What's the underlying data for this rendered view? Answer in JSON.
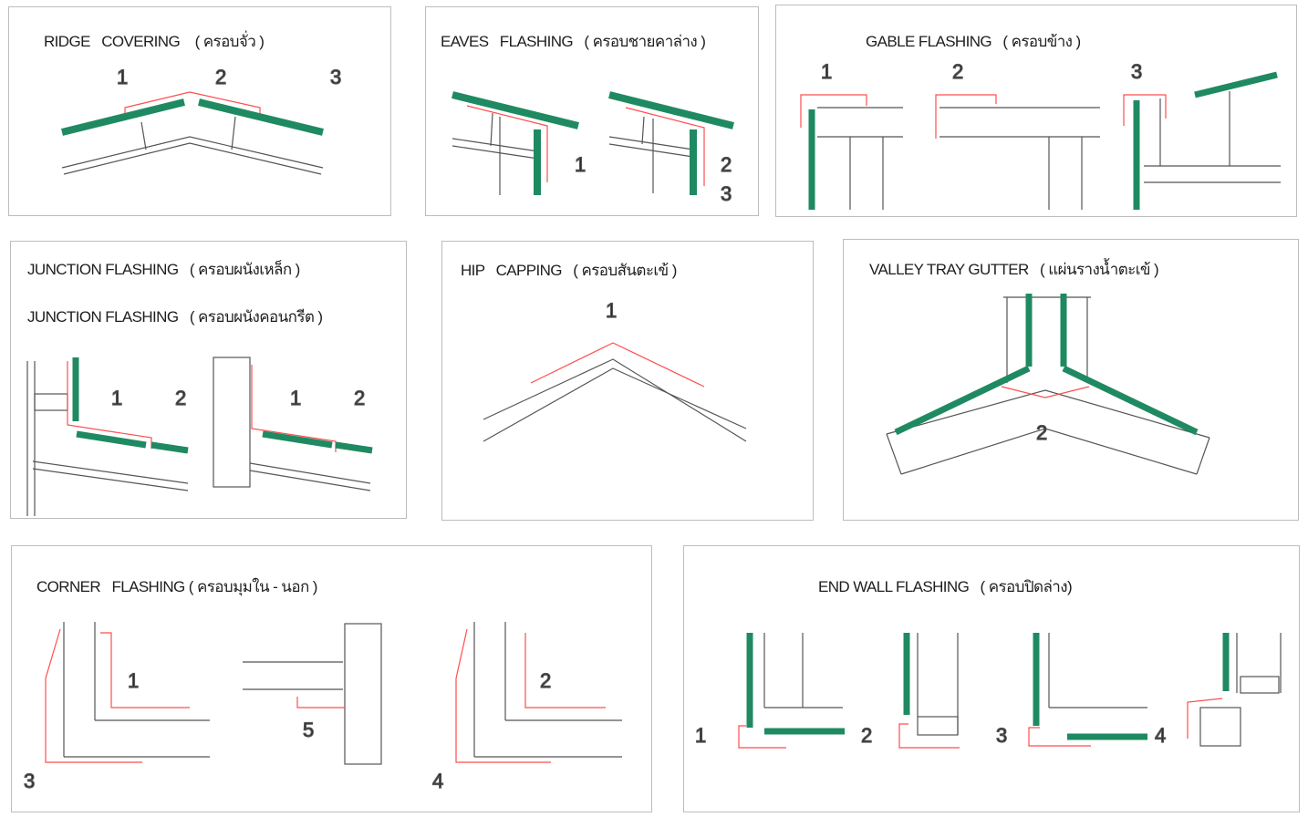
{
  "colors": {
    "panel_border": "#bdbdbd",
    "green_sheet": "#1f8a62",
    "red_flashing": "#ff4d4d",
    "line": "#555555"
  },
  "panels": {
    "ridge": {
      "title": "RIDGE   COVERING    ( ครอบจั่ว )",
      "labels": [
        "1",
        "2",
        "3"
      ]
    },
    "eaves": {
      "title": "EAVES   FLASHING   ( ครอบชายคาล่าง )",
      "labels": [
        "1",
        "2",
        "3"
      ]
    },
    "gable": {
      "title": "GABLE FLASHING   ( ครอบข้าง )",
      "labels": [
        "1",
        "2",
        "3"
      ]
    },
    "junction": {
      "title1": "JUNCTION FLASHING   ( ครอบผนังเหล็ก )",
      "title2": "JUNCTION FLASHING   ( ครอบผนังคอนกรีต )",
      "labels": [
        "1",
        "2",
        "1",
        "2"
      ]
    },
    "hip": {
      "title": "HIP   CAPPING   ( ครอบสันตะเข้ )",
      "labels": [
        "1"
      ]
    },
    "valley": {
      "title": "VALLEY TRAY GUTTER   ( แผ่นรางน้ำตะเข้ )",
      "labels": [
        "2"
      ]
    },
    "corner": {
      "title": "CORNER   FLASHING ( ครอบมุมใน - นอก )",
      "labels": [
        "1",
        "5",
        "2",
        "3",
        "4"
      ]
    },
    "endwall": {
      "title": "END WALL FLASHING   ( ครอบปิดล่าง)",
      "labels": [
        "1",
        "2",
        "3",
        "4"
      ]
    }
  }
}
